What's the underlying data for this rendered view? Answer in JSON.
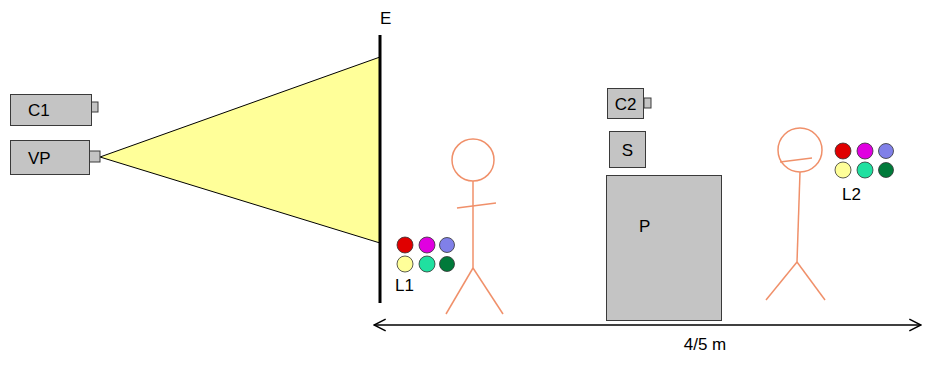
{
  "diagram": {
    "nodes": [
      {
        "text": [
          "C1"
        ]
      },
      {
        "text": [
          "VP"
        ]
      },
      {
        "text": [
          "C2"
        ]
      },
      {
        "text": [
          "S"
        ]
      },
      {
        "text": [
          "P"
        ]
      }
    ],
    "labels": [
      "E",
      "L1",
      "L2",
      "4/5 m"
    ]
  }
}
